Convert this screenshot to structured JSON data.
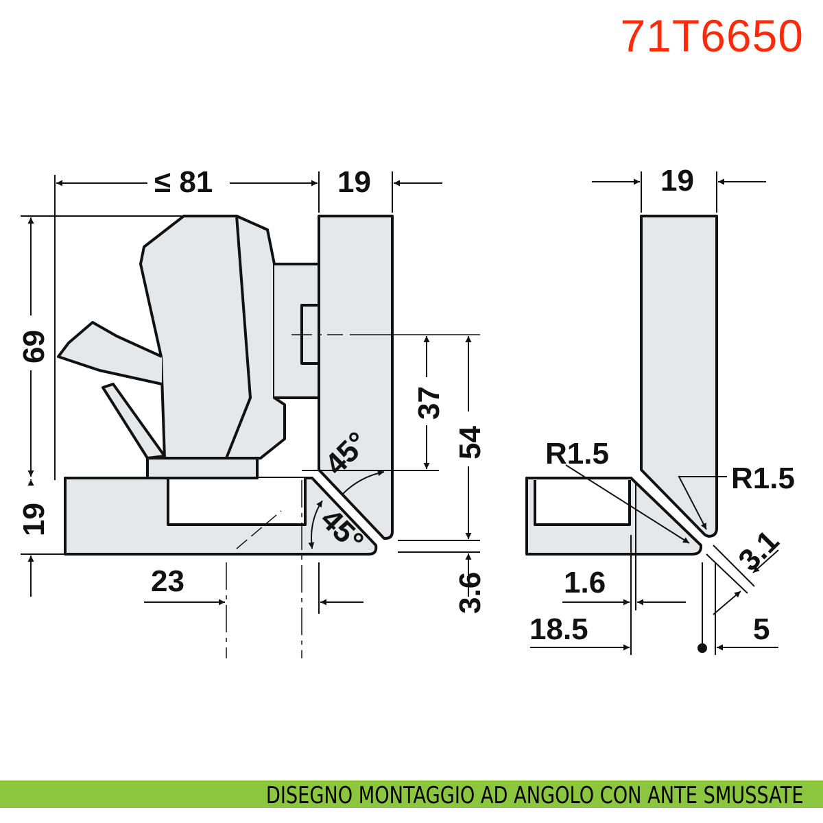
{
  "product_code": "71T6650",
  "caption": "DISEGNO MONTAGGIO AD ANGOLO CON ANTE SMUSSATE",
  "colors": {
    "code": "#ff2a0a",
    "banner": "#8cc63f",
    "panel_fill": "#e6e7e8"
  },
  "left_view": {
    "dims": {
      "width_max": "≤ 81",
      "door_thickness": "19",
      "height": "69",
      "base_thickness": "19",
      "offset_37": "37",
      "offset_54": "54",
      "angle_top": "45°",
      "angle_bottom": "45°",
      "drill_23": "23",
      "gap_3_6": "3.6"
    }
  },
  "right_view": {
    "dims": {
      "door_thickness": "19",
      "radius_left": "R1.5",
      "radius_right": "R1.5",
      "gap_3_1": "3.1",
      "dim_1_6": "1.6",
      "dim_18_5": "18.5",
      "dim_5": "5"
    }
  }
}
